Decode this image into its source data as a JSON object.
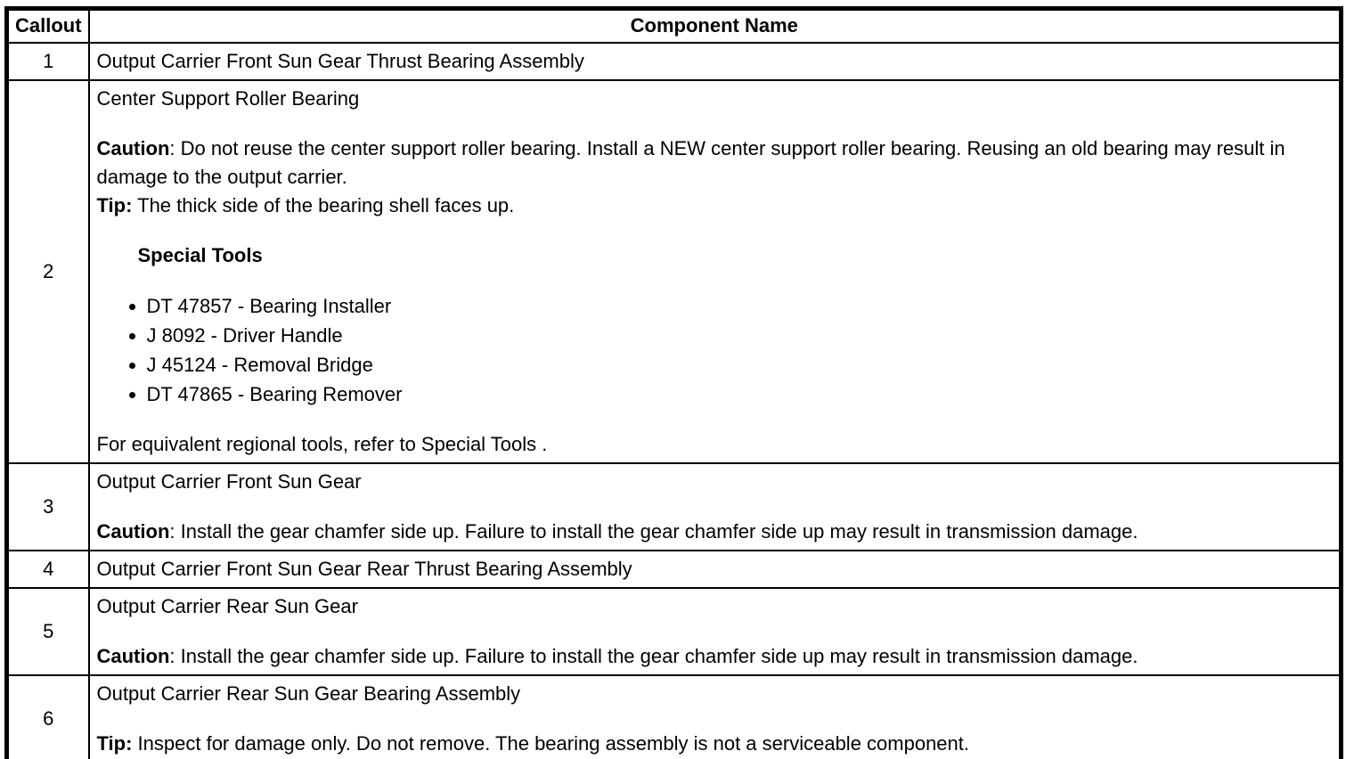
{
  "table": {
    "header": {
      "callout": "Callout",
      "component": "Component Name"
    },
    "rows": [
      {
        "callout": "1",
        "blocks": [
          {
            "type": "text",
            "runs": [
              {
                "b": false,
                "t": "Output Carrier Front Sun Gear Thrust Bearing Assembly"
              }
            ]
          }
        ]
      },
      {
        "callout": "2",
        "blocks": [
          {
            "type": "text",
            "runs": [
              {
                "b": false,
                "t": "Center Support Roller Bearing"
              }
            ]
          },
          {
            "type": "spacer"
          },
          {
            "type": "text",
            "runs": [
              {
                "b": true,
                "t": "Caution"
              },
              {
                "b": false,
                "t": ": Do not reuse the center support roller bearing. Install a NEW center support roller bearing. Reusing an old bearing may result in damage to the output carrier."
              }
            ]
          },
          {
            "type": "text",
            "runs": [
              {
                "b": true,
                "t": "Tip:"
              },
              {
                "b": false,
                "t": " The thick side of the bearing shell faces up."
              }
            ]
          },
          {
            "type": "spacer"
          },
          {
            "type": "heading",
            "runs": [
              {
                "b": true,
                "t": "Special Tools"
              }
            ]
          },
          {
            "type": "spacer"
          },
          {
            "type": "bullets",
            "items": [
              "DT 47857 - Bearing Installer",
              "J 8092 - Driver Handle",
              "J 45124 - Removal Bridge",
              "DT 47865 - Bearing Remover"
            ]
          },
          {
            "type": "spacer"
          },
          {
            "type": "text",
            "runs": [
              {
                "b": false,
                "t": "For equivalent regional tools, refer to Special Tools ."
              }
            ]
          }
        ]
      },
      {
        "callout": "3",
        "blocks": [
          {
            "type": "text",
            "runs": [
              {
                "b": false,
                "t": "Output Carrier Front Sun Gear"
              }
            ]
          },
          {
            "type": "spacer"
          },
          {
            "type": "text",
            "runs": [
              {
                "b": true,
                "t": "Caution"
              },
              {
                "b": false,
                "t": ": Install the gear chamfer side up. Failure to install the gear chamfer side up may result in transmission damage."
              }
            ]
          }
        ]
      },
      {
        "callout": "4",
        "blocks": [
          {
            "type": "text",
            "runs": [
              {
                "b": false,
                "t": "Output Carrier Front Sun Gear Rear Thrust Bearing Assembly"
              }
            ]
          }
        ]
      },
      {
        "callout": "5",
        "blocks": [
          {
            "type": "text",
            "runs": [
              {
                "b": false,
                "t": "Output Carrier Rear Sun Gear"
              }
            ]
          },
          {
            "type": "spacer"
          },
          {
            "type": "text",
            "runs": [
              {
                "b": true,
                "t": "Caution"
              },
              {
                "b": false,
                "t": ": Install the gear chamfer side up. Failure to install the gear chamfer side up may result in transmission damage."
              }
            ]
          }
        ]
      },
      {
        "callout": "6",
        "blocks": [
          {
            "type": "text",
            "runs": [
              {
                "b": false,
                "t": "Output Carrier Rear Sun Gear Bearing Assembly"
              }
            ]
          },
          {
            "type": "spacer"
          },
          {
            "type": "text",
            "runs": [
              {
                "b": true,
                "t": "Tip:"
              },
              {
                "b": false,
                "t": " Inspect for damage only. Do not remove. The bearing assembly is not a serviceable component."
              }
            ]
          }
        ]
      }
    ]
  },
  "colors": {
    "text": "#000000",
    "background": "#ffffff",
    "border": "#000000"
  }
}
